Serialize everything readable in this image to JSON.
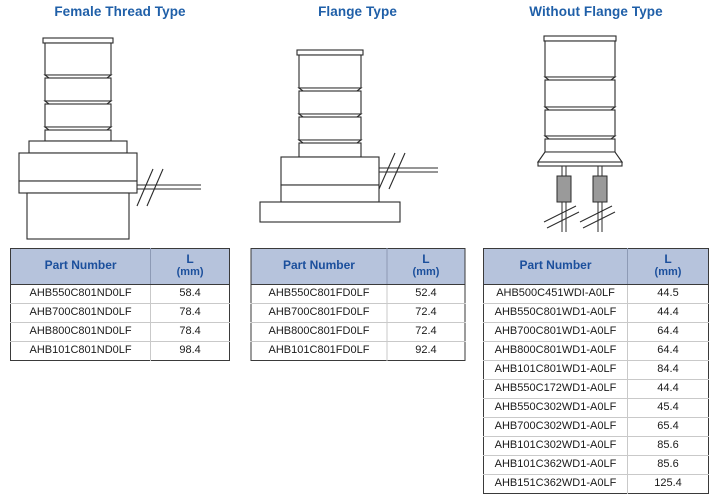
{
  "panels": [
    {
      "title": "Female Thread Type",
      "illustration": "female-thread-capacitor-drawing",
      "table": {
        "columns": [
          {
            "label": "Part Number"
          },
          {
            "symbol": "L",
            "unit": "(mm)"
          }
        ],
        "rows": [
          {
            "part": "AHB550C801ND0LF",
            "l": "58.4"
          },
          {
            "part": "AHB700C801ND0LF",
            "l": "78.4"
          },
          {
            "part": "AHB800C801ND0LF",
            "l": "78.4"
          },
          {
            "part": "AHB101C801ND0LF",
            "l": "98.4"
          }
        ]
      }
    },
    {
      "title": "Flange Type",
      "illustration": "flange-type-capacitor-drawing",
      "table": {
        "columns": [
          {
            "label": "Part Number"
          },
          {
            "symbol": "L",
            "unit": "(mm)"
          }
        ],
        "rows": [
          {
            "part": "AHB550C801FD0LF",
            "l": "52.4"
          },
          {
            "part": "AHB700C801FD0LF",
            "l": "72.4"
          },
          {
            "part": "AHB800C801FD0LF",
            "l": "72.4"
          },
          {
            "part": "AHB101C801FD0LF",
            "l": "92.4"
          }
        ]
      }
    },
    {
      "title": "Without Flange Type",
      "illustration": "without-flange-type-capacitor-drawing",
      "table": {
        "columns": [
          {
            "label": "Part Number"
          },
          {
            "symbol": "L",
            "unit": "(mm)"
          }
        ],
        "rows": [
          {
            "part": "AHB500C451WDI-A0LF",
            "l": "44.5"
          },
          {
            "part": "AHB550C801WD1-A0LF",
            "l": "44.4"
          },
          {
            "part": "AHB700C801WD1-A0LF",
            "l": "64.4"
          },
          {
            "part": "AHB800C801WD1-A0LF",
            "l": "64.4"
          },
          {
            "part": "AHB101C801WD1-A0LF",
            "l": "84.4"
          },
          {
            "part": "AHB550C172WD1-A0LF",
            "l": "44.4"
          },
          {
            "part": "AHB550C302WD1-A0LF",
            "l": "45.4"
          },
          {
            "part": "AHB700C302WD1-A0LF",
            "l": "65.4"
          },
          {
            "part": "AHB101C302WD1-A0LF",
            "l": "85.6"
          },
          {
            "part": "AHB101C362WD1-A0LF",
            "l": "85.6"
          },
          {
            "part": "AHB151C362WD1-A0LF",
            "l": "125.4"
          }
        ]
      }
    }
  ],
  "colors": {
    "title": "#1f5fa8",
    "header_bg": "#b6c3dc",
    "header_text": "#1b4f9c",
    "table_border": "#3a3a3a",
    "row_divider": "#c9c9c9",
    "line_art": "#2b2b2b",
    "lead_sleeve": "#9a9a9a"
  }
}
